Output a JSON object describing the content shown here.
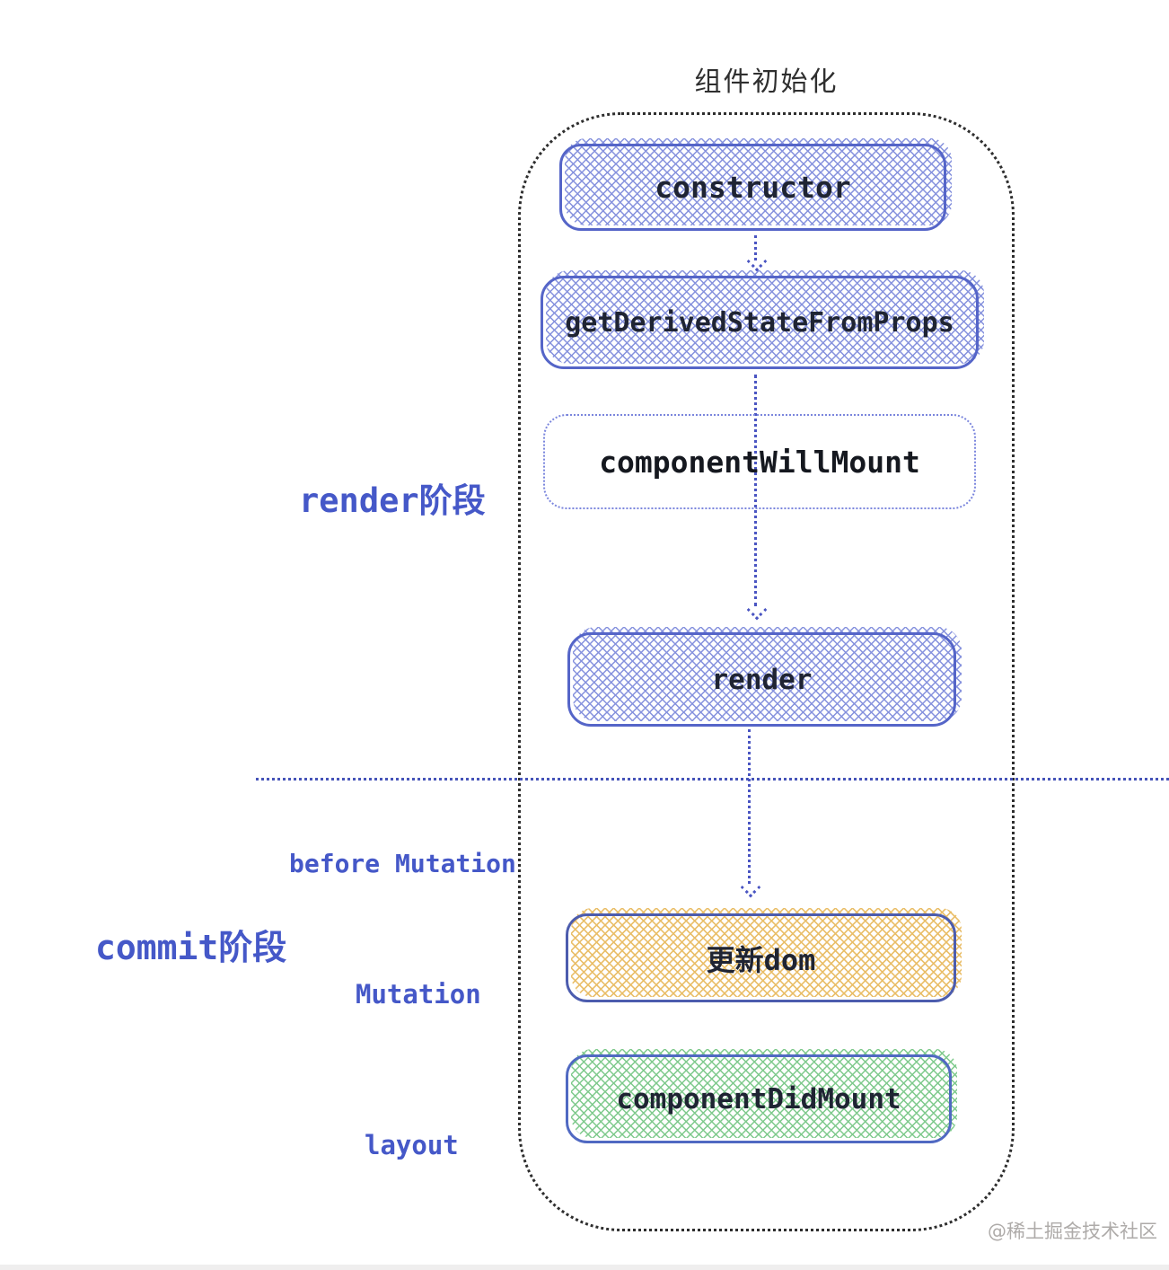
{
  "title": "组件初始化",
  "phases": {
    "render_label": "render阶段",
    "commit_label": "commit阶段",
    "before_mutation_label": "before Mutation",
    "mutation_label": "Mutation",
    "layout_label": "layout"
  },
  "nodes": [
    {
      "id": "constructor",
      "label": "constructor",
      "style": "blue-hatch"
    },
    {
      "id": "getDerivedStateFromProps",
      "label": "getDerivedStateFromProps",
      "style": "blue-hatch"
    },
    {
      "id": "componentWillMount",
      "label": "componentWillMount",
      "style": "dotted-outline"
    },
    {
      "id": "render",
      "label": "render",
      "style": "blue-hatch"
    },
    {
      "id": "update-dom",
      "label": "更新dom",
      "style": "yellow-hatch"
    },
    {
      "id": "componentDidMount",
      "label": "componentDidMount",
      "style": "green-hatch"
    }
  ],
  "edges": [
    {
      "from": "constructor",
      "to": "getDerivedStateFromProps"
    },
    {
      "from": "getDerivedStateFromProps",
      "to": "render"
    },
    {
      "from": "render",
      "to": "update-dom"
    }
  ],
  "watermark": "@稀土掘金技术社区",
  "colors": {
    "blue_hatch": "#8490dd",
    "blue_border": "#5565c8",
    "yellow_hatch": "#e9bd66",
    "yellow_border": "#4c5cae",
    "green_hatch": "#7dc98b",
    "green_border": "#5069c2",
    "accent_blue": "#4558c8",
    "connector_blue": "#4a55c2",
    "container_dot": "#2e2e2e",
    "text_dark": "#1f2433",
    "watermark_gray": "#aeaba9"
  }
}
